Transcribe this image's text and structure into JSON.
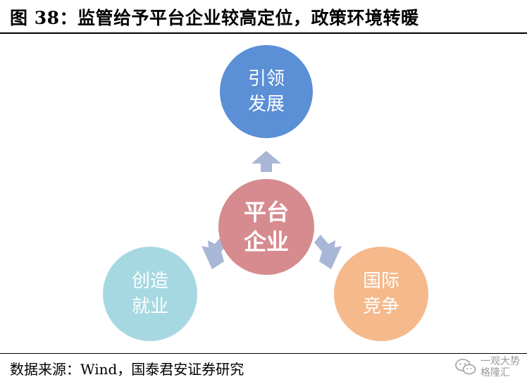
{
  "title": "图 38：监管给予平台企业较高定位，政策环境转暖",
  "diagram": {
    "top": {
      "line1": "引领",
      "line2": "发展",
      "color": "#5b8fd6"
    },
    "center": {
      "line1": "平台",
      "line2": "企业",
      "color": "#d68b8f"
    },
    "left": {
      "line1": "创造",
      "line2": "就业",
      "color": "#a6d8e2"
    },
    "right": {
      "line1": "国际",
      "line2": "竞争",
      "color": "#f5b98c"
    },
    "arrow_color": "#a9b7d6"
  },
  "source": "数据来源：Wind，国泰君安证券研究",
  "watermark": {
    "line1": "一观大势",
    "line2": "格隆汇",
    "icon": "wechat-icon"
  }
}
